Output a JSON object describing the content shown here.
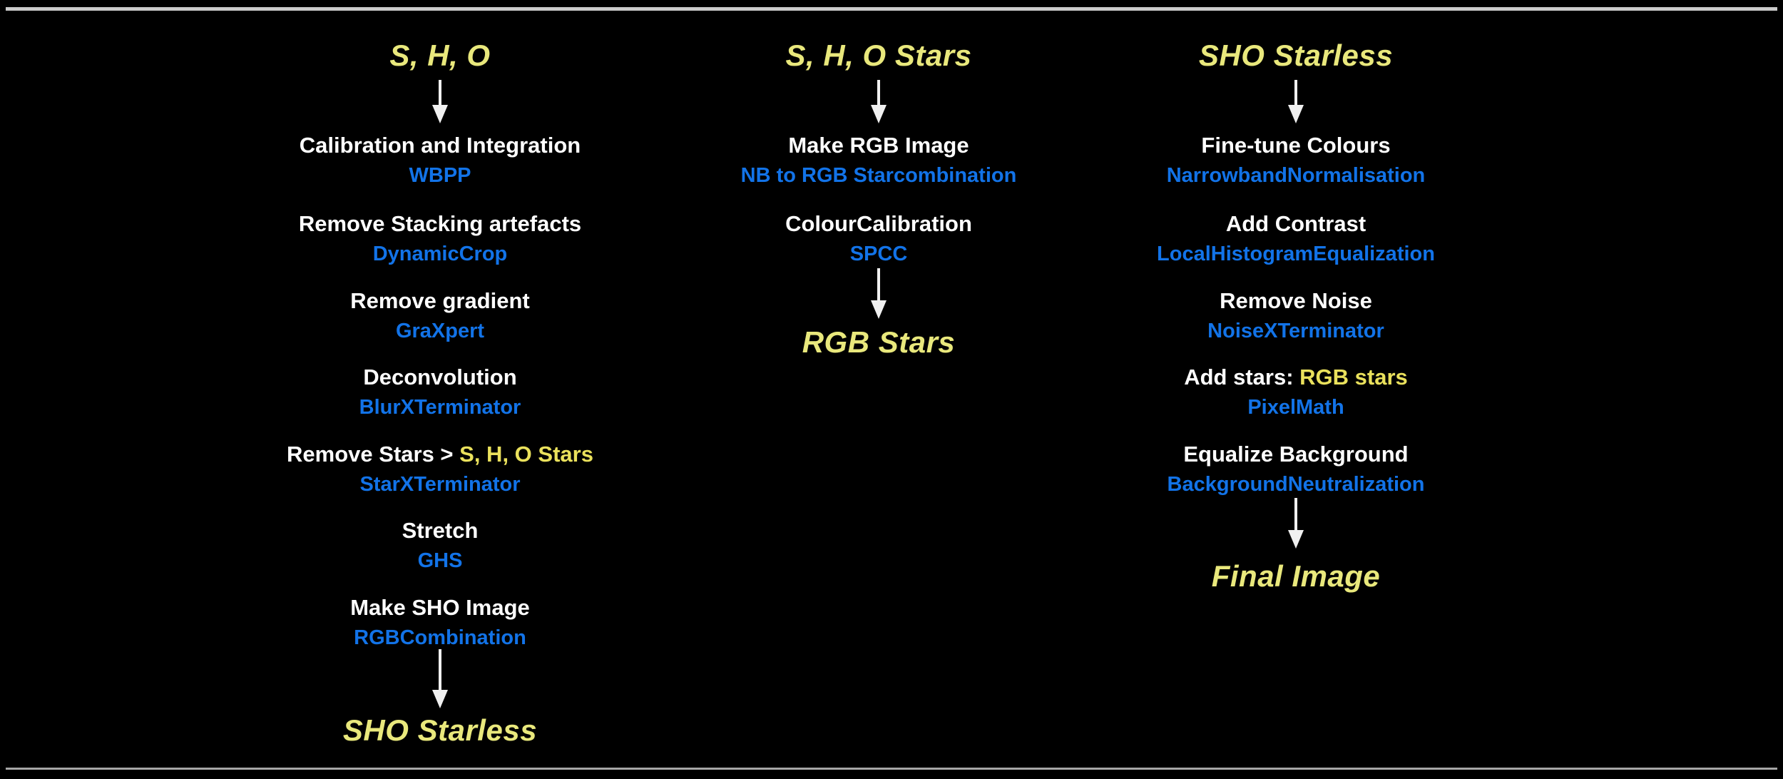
{
  "page": {
    "background": "#000000",
    "top_rule_color": "#CBCBCB",
    "bottom_rule_color": "#A6A6A6"
  },
  "colors": {
    "step_label": "#FFFFFF",
    "tool_name_blue": "#1273E8",
    "io_yellow_italic": "#E9E87C",
    "inline_accent_yellow": "#EAE15C",
    "arrow": "#F0F0F0"
  },
  "icons": {
    "down_arrow": "↓"
  },
  "columns": [
    {
      "header": "S, H, O",
      "steps": [
        {
          "label": "Calibration and Integration",
          "tool": "WBPP"
        },
        {
          "label": "Remove Stacking artefacts",
          "tool": "DynamicCrop"
        },
        {
          "label": "Remove gradient",
          "tool": "GraXpert"
        },
        {
          "label": "Deconvolution",
          "tool": "BlurXTerminator"
        },
        {
          "label": "Remove Stars > ",
          "label_accent": "S, H, O Stars",
          "tool": "StarXTerminator"
        },
        {
          "label": "Stretch",
          "tool": "GHS"
        },
        {
          "label": "Make SHO Image",
          "tool": "RGBCombination"
        }
      ],
      "result": "SHO Starless"
    },
    {
      "header": "S, H, O Stars",
      "steps": [
        {
          "label": "Make RGB Image",
          "tool": "NB to RGB Starcombination"
        },
        {
          "label": "ColourCalibration",
          "tool": "SPCC"
        }
      ],
      "result": "RGB Stars"
    },
    {
      "header": "SHO Starless",
      "steps": [
        {
          "label": "Fine-tune Colours",
          "tool": "NarrowbandNormalisation"
        },
        {
          "label": "Add Contrast",
          "tool": "LocalHistogramEqualization"
        },
        {
          "label": "Remove Noise",
          "tool": "NoiseXTerminator"
        },
        {
          "label": "Add stars: ",
          "label_accent": "RGB stars",
          "tool": "PixelMath"
        },
        {
          "label": "Equalize Background",
          "tool": "BackgroundNeutralization"
        }
      ],
      "result": "Final Image"
    }
  ]
}
